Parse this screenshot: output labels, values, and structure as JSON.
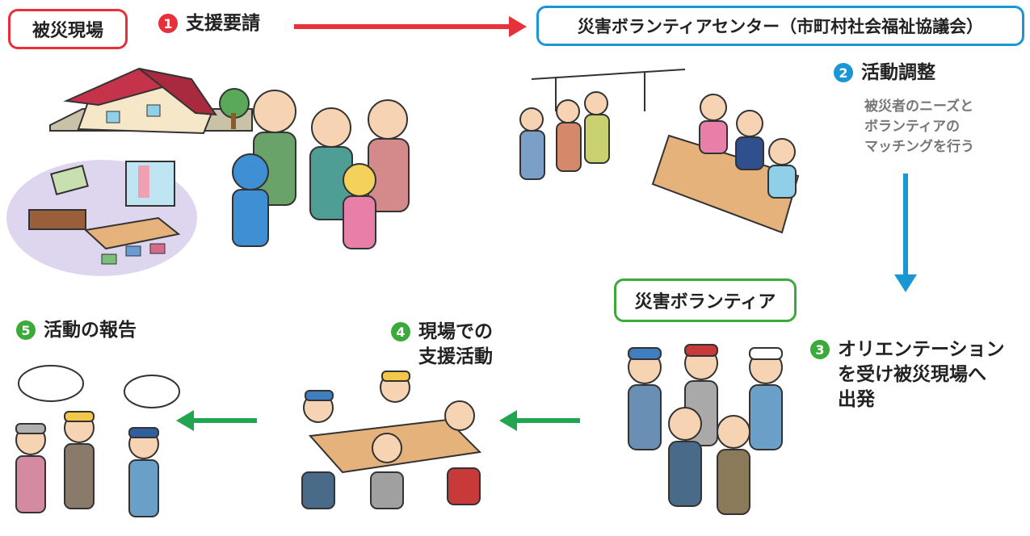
{
  "boxes": {
    "site": "被災現場",
    "center": "災害ボランティアセンター（市町村社会福祉協議会）",
    "volunteer": "災害ボランティア"
  },
  "steps": [
    {
      "num": "1",
      "lines": [
        "支援要請"
      ]
    },
    {
      "num": "2",
      "lines": [
        "活動調整"
      ],
      "note": [
        "被災者のニーズと",
        "ボランティアの",
        "マッチングを行う"
      ]
    },
    {
      "num": "3",
      "lines": [
        "オリエンテーション",
        "を受け被災現場へ",
        "出発"
      ]
    },
    {
      "num": "4",
      "lines": [
        "現場での",
        "支援活動"
      ]
    },
    {
      "num": "5",
      "lines": [
        "活動の報告"
      ]
    }
  ],
  "colors": {
    "site_border": "#e8303a",
    "center_border": "#1a96d4",
    "volunteer_border": "#3aaa3a",
    "step1": "#e8303a",
    "step2": "#1a96d4",
    "step3": "#3aaa3a",
    "step4": "#3aaa3a",
    "step5": "#3aaa3a",
    "arrow_red": "#e8303a",
    "arrow_blue": "#1a96d4",
    "arrow_green": "#22a550"
  }
}
